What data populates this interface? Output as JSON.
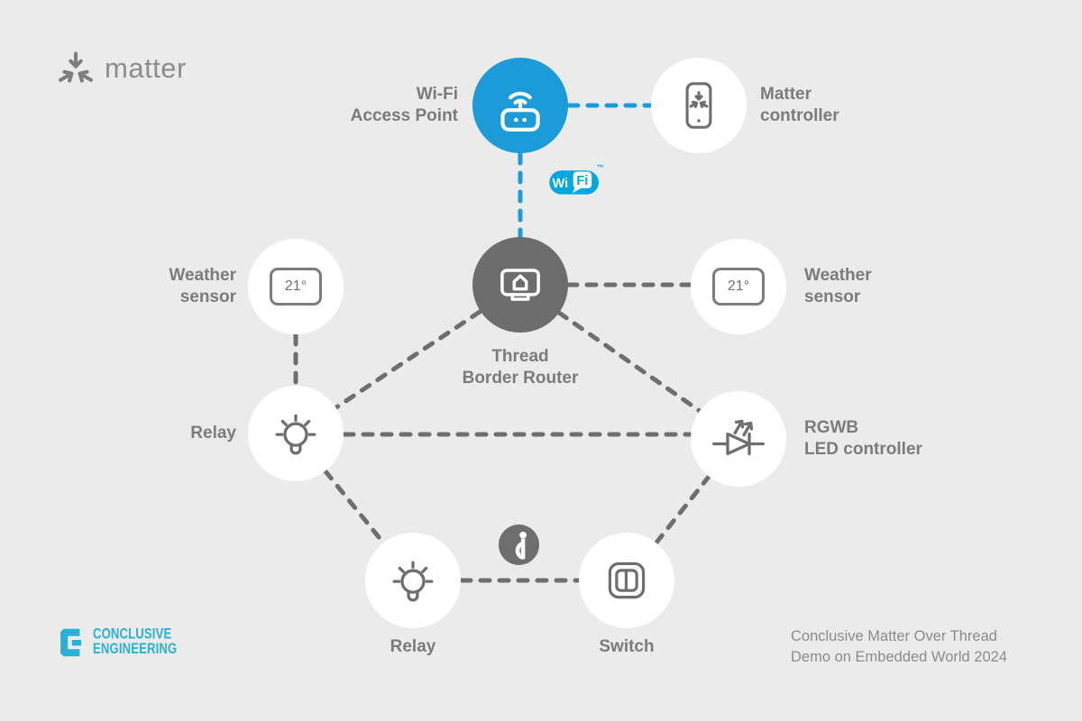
{
  "colors": {
    "background": "#ebebeb",
    "accent_blue": "#1b9cd8",
    "wifi_logo_blue": "#00a7e1",
    "node_dark_gray": "#6d6d6d",
    "line_gray": "#6e6e6e",
    "label_gray": "#7b7b7b",
    "brand_gray": "#8c8c8c",
    "conclusive_cyan": "#29b0d6"
  },
  "brand": {
    "name": "matter"
  },
  "nodes": {
    "wifi_ap": {
      "label_line1": "Wi-Fi",
      "label_line2": "Access Point"
    },
    "matter_controller": {
      "label_line1": "Matter",
      "label_line2": "controller"
    },
    "border_router": {
      "label_line1": "Thread",
      "label_line2": "Border Router"
    },
    "weather_sensor_left": {
      "label_line1": "Weather",
      "label_line2": "sensor",
      "reading": "21°"
    },
    "weather_sensor_right": {
      "label_line1": "Weather",
      "label_line2": "sensor",
      "reading": "21°"
    },
    "relay_left": {
      "label": "Relay"
    },
    "rgwb_led_controller": {
      "label_line1": "RGWB",
      "label_line2": "LED controller"
    },
    "relay_bottom": {
      "label": "Relay"
    },
    "switch": {
      "label": "Switch"
    }
  },
  "logos": {
    "wifi": {
      "part1": "Wi",
      "part2": "Fi",
      "tm": "™"
    },
    "conclusive": {
      "line1": "CONCLUSIVE",
      "line2": "ENGINEERING"
    }
  },
  "footer": {
    "caption_line1": "Conclusive Matter Over Thread",
    "caption_line2": "Demo on Embedded World 2024"
  }
}
